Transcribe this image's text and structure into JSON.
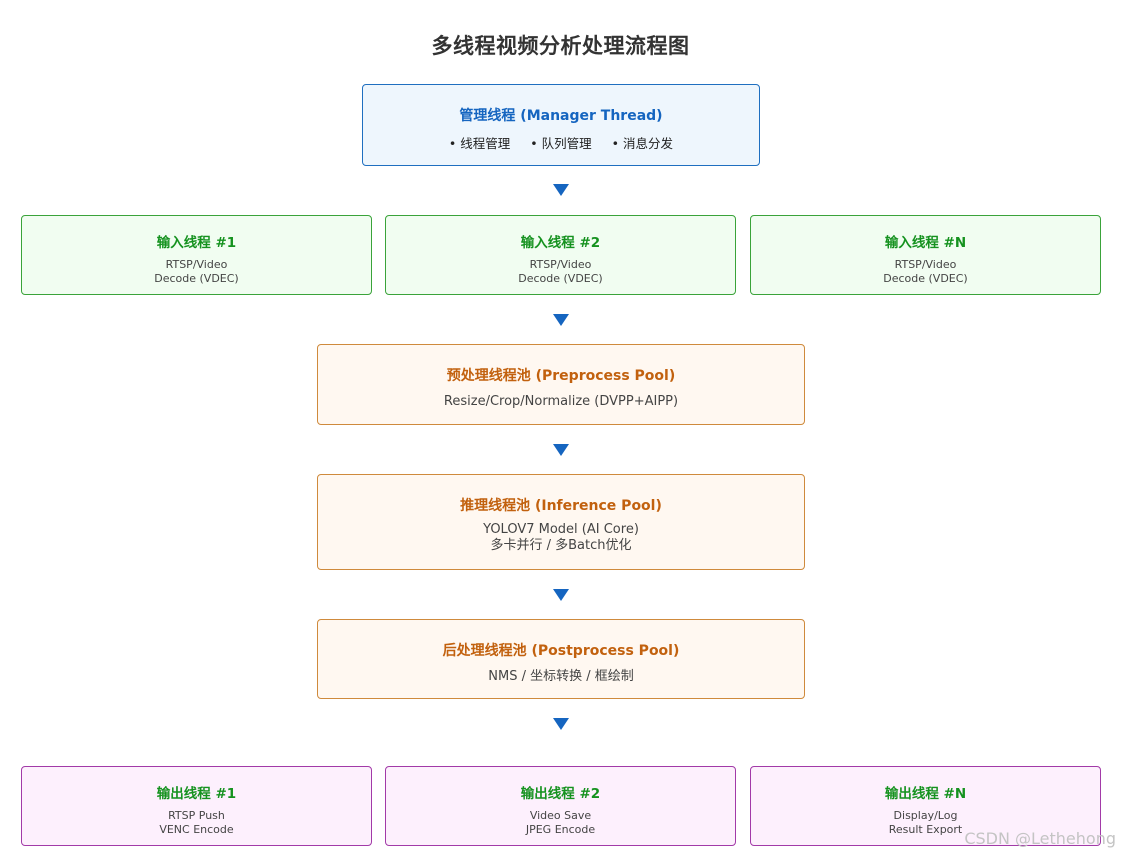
{
  "title": "多线程视频分析处理流程图",
  "manager": {
    "heading": "管理线程 (Manager Thread)",
    "bullets": [
      "线程管理",
      "队列管理",
      "消息分发"
    ]
  },
  "inputs": [
    {
      "heading": "输入线程 #1",
      "line1": "RTSP/Video",
      "line2": "Decode (VDEC)"
    },
    {
      "heading": "输入线程 #2",
      "line1": "RTSP/Video",
      "line2": "Decode (VDEC)"
    },
    {
      "heading": "输入线程 #N",
      "line1": "RTSP/Video",
      "line2": "Decode (VDEC)"
    }
  ],
  "preprocess": {
    "heading": "预处理线程池 (Preprocess Pool)",
    "line1": "Resize/Crop/Normalize (DVPP+AIPP)"
  },
  "inference": {
    "heading": "推理线程池 (Inference Pool)",
    "line1": "YOLOV7 Model (AI Core)",
    "line2": "多卡并行 / 多Batch优化"
  },
  "postprocess": {
    "heading": "后处理线程池 (Postprocess Pool)",
    "line1": "NMS / 坐标转换 / 框绘制"
  },
  "outputs": [
    {
      "heading": "输出线程 #1",
      "line1": "RTSP Push",
      "line2": "VENC Encode"
    },
    {
      "heading": "输出线程 #2",
      "line1": "Video Save",
      "line2": "JPEG Encode"
    },
    {
      "heading": "输出线程 #N",
      "line1": "Display/Log",
      "line2": "Result Export"
    }
  ],
  "watermark": "CSDN @Lethehong",
  "colors": {
    "arrow": "#1565c0",
    "manager_border": "#1f6fc0",
    "input_border": "#3aa33a",
    "pool_border": "#cf8a3c",
    "output_border": "#a23aa8"
  }
}
